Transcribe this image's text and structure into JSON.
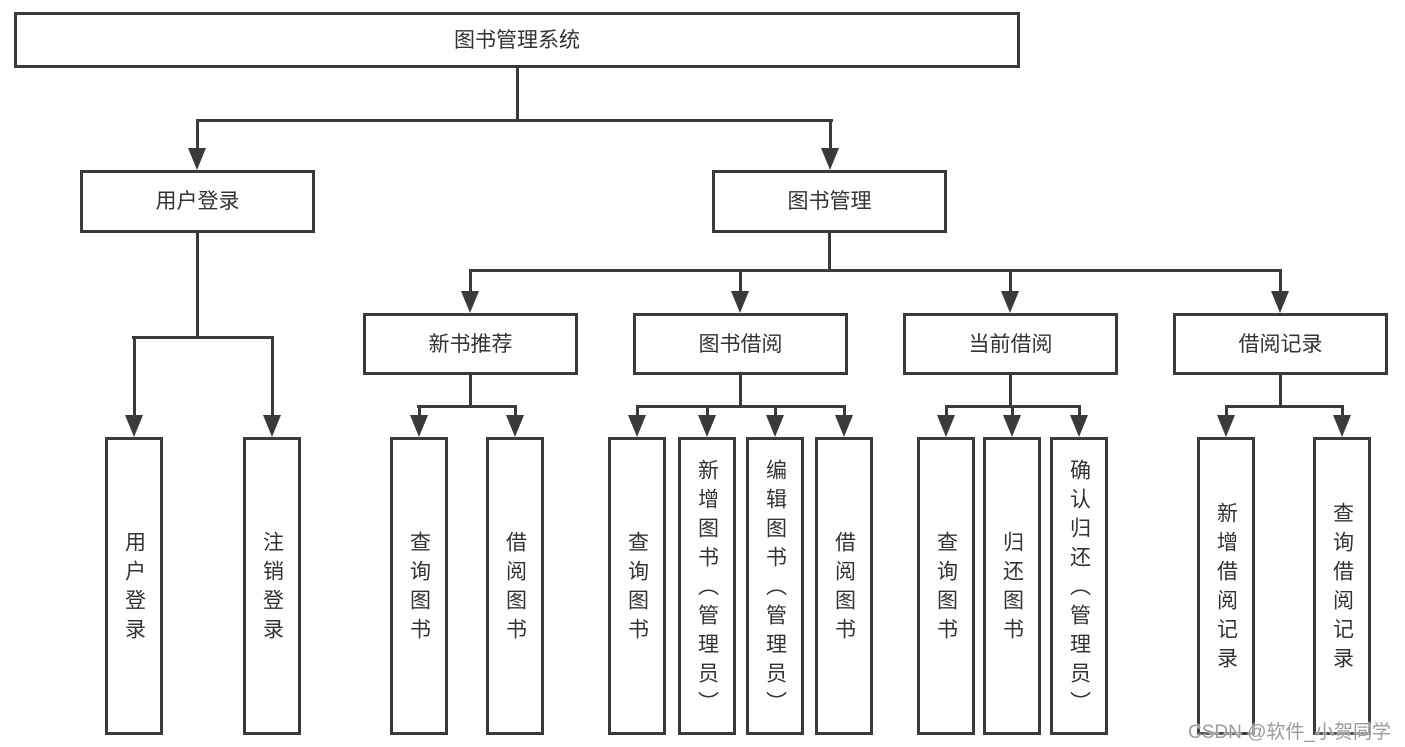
{
  "diagram": {
    "root": {
      "label": "图书管理系统"
    },
    "level2": [
      "用户登录",
      "图书管理"
    ],
    "level3": [
      "新书推荐",
      "图书借阅",
      "当前借阅",
      "借阅记录"
    ],
    "leaves_user_login": [
      "用户登录",
      "注销登录"
    ],
    "leaves_new_book": [
      "查询图书",
      "借阅图书"
    ],
    "leaves_book_borrow": [
      "查询图书",
      "新增图书（管理员）",
      "编辑图书（管理员）",
      "借阅图书"
    ],
    "leaves_current_borrow": [
      "查询图书",
      "归还图书",
      "确认归还（管理员）"
    ],
    "leaves_borrow_records": [
      "新增借阅记录",
      "查询借阅记录"
    ]
  },
  "watermark": {
    "text": "CSDN @软件_小贺同学"
  },
  "colors": {
    "line": "#3a3a3a",
    "text": "#333333",
    "background": "#ffffff",
    "watermark": "#9b9b9b"
  }
}
